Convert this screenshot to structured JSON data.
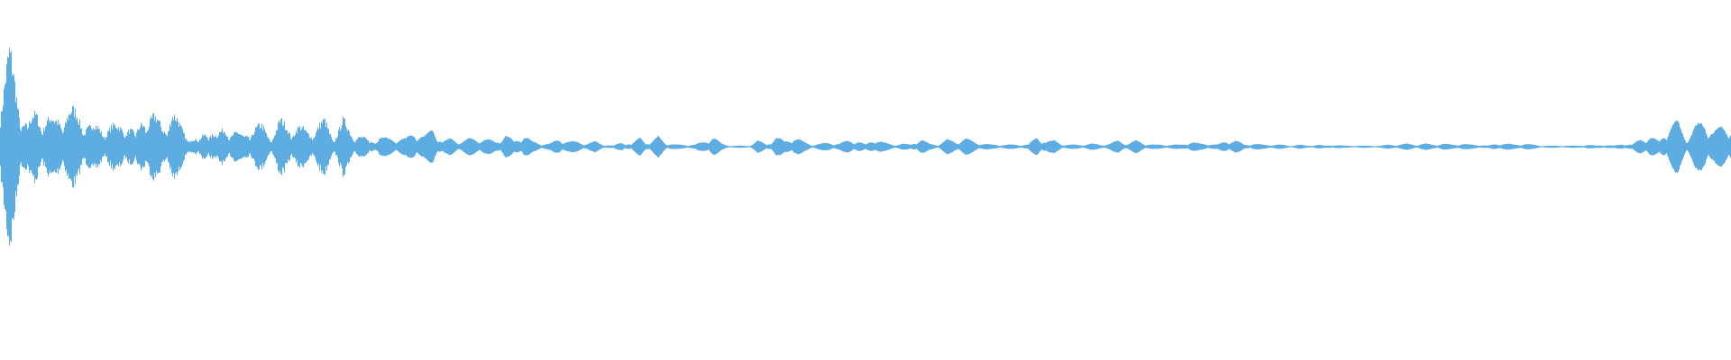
{
  "chart_data": {
    "type": "area",
    "description_kind": "audio-waveform",
    "color": "#5dade2",
    "background": "#ffffff",
    "axes_visible": false,
    "grid": false,
    "ylim": [
      -1,
      1
    ],
    "envelope_step_fraction_of_duration": 0.0052083,
    "peak_envelope": [
      0.65,
      0.9,
      0.5,
      0.2,
      0.35,
      0.3,
      0.25,
      0.35,
      0.35,
      0.3,
      0.2,
      0.2,
      0.2,
      0.2,
      0.25,
      0.1,
      0.35,
      0.3,
      0.2,
      0.35,
      0.2,
      0.1,
      0.05,
      0.2,
      0.1,
      0.2,
      0.15,
      0.1,
      0.2,
      0.2,
      0.1,
      0.25,
      0.2,
      0.2,
      0.15,
      0.2,
      0.25,
      0.1,
      0.25,
      0.15,
      0.1,
      0.05,
      0.1,
      0.08,
      0.08,
      0.08,
      0.15,
      0.1,
      0.18,
      0.05,
      0.08,
      0.05,
      0.08,
      0.08,
      0.07,
      0.05,
      0.12,
      0.05,
      0.12,
      0.05,
      0.03,
      0.03,
      0.08,
      0.05,
      0.05,
      0.03,
      0.05,
      0.02,
      0.01,
      0.05,
      0.02,
      0.1,
      0.03,
      0.1,
      0.03,
      0.02,
      0.02,
      0.02,
      0.05,
      0.1,
      0.03,
      0.01,
      0.01,
      0.01,
      0.06,
      0.02,
      0.1,
      0.05,
      0.1,
      0.05,
      0.02,
      0.03,
      0.04,
      0.03,
      0.06,
      0.06,
      0.02,
      0.08,
      0.04,
      0.02,
      0.03,
      0.02,
      0.08,
      0.03,
      0.02,
      0.07,
      0.05,
      0.08,
      0.05,
      0.03,
      0.02,
      0.02,
      0.02,
      0.02,
      0.02,
      0.1,
      0.05,
      0.06,
      0.02,
      0.02,
      0.02,
      0.03,
      0.02,
      0.03,
      0.06,
      0.03,
      0.06,
      0.03,
      0.02,
      0.02,
      0.02,
      0.02,
      0.05,
      0.03,
      0.03,
      0.02,
      0.06,
      0.06,
      0.02,
      0.03,
      0.02,
      0.02,
      0.02,
      0.01,
      0.02,
      0.01,
      0.02,
      0.01,
      0.02,
      0.01,
      0.01,
      0.01,
      0.01,
      0.01,
      0.02,
      0.02,
      0.03,
      0.02,
      0.03,
      0.02,
      0.03,
      0.02,
      0.03,
      0.02,
      0.02,
      0.01,
      0.03,
      0.03,
      0.02,
      0.03,
      0.02,
      0.01,
      0.01,
      0.01,
      0.01,
      0.01,
      0.02,
      0.01,
      0.02,
      0.01,
      0.03,
      0.02,
      0.08,
      0.1,
      0.05,
      0.2,
      0.25,
      0.08,
      0.2,
      0.25,
      0.15,
      0.2
    ]
  }
}
